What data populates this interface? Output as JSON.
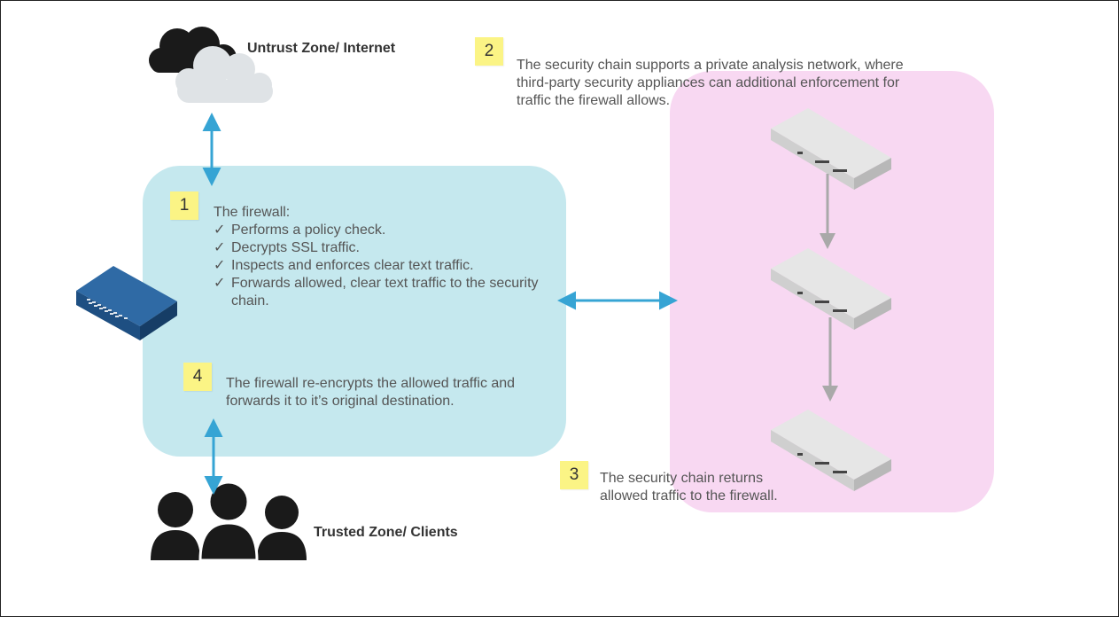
{
  "zones": {
    "untrust": "Untrust Zone/ Internet",
    "trusted": "Trusted Zone/ Clients"
  },
  "steps": [
    {
      "number": "1",
      "intro": "The firewall:",
      "items": [
        "Performs a policy check.",
        "Decrypts SSL traffic.",
        "Inspects and enforces clear text traffic.",
        "Forwards allowed, clear text traffic to the security chain."
      ]
    },
    {
      "number": "2",
      "text": "The security chain supports a private analysis network, where third-party security appliances can additional enforcement for traffic the firewall allows."
    },
    {
      "number": "3",
      "text": "The security chain returns allowed traffic to the firewall."
    },
    {
      "number": "4",
      "text": "The firewall re-encrypts the allowed traffic and forwards it to it’s original destination."
    }
  ],
  "check_mark": "✓",
  "colors": {
    "firewall_zone": "#c5e8ee",
    "chain_zone": "#f8d8f2",
    "arrow": "#36a4d4",
    "chain_arrow": "#a9a9a9",
    "sticky_note": "#fbf485",
    "firewall": "#2f6aa5",
    "switch": "#e2e2e2"
  },
  "icons": [
    "cloud-icon",
    "firewall-icon",
    "switch-icon",
    "users-icon"
  ]
}
